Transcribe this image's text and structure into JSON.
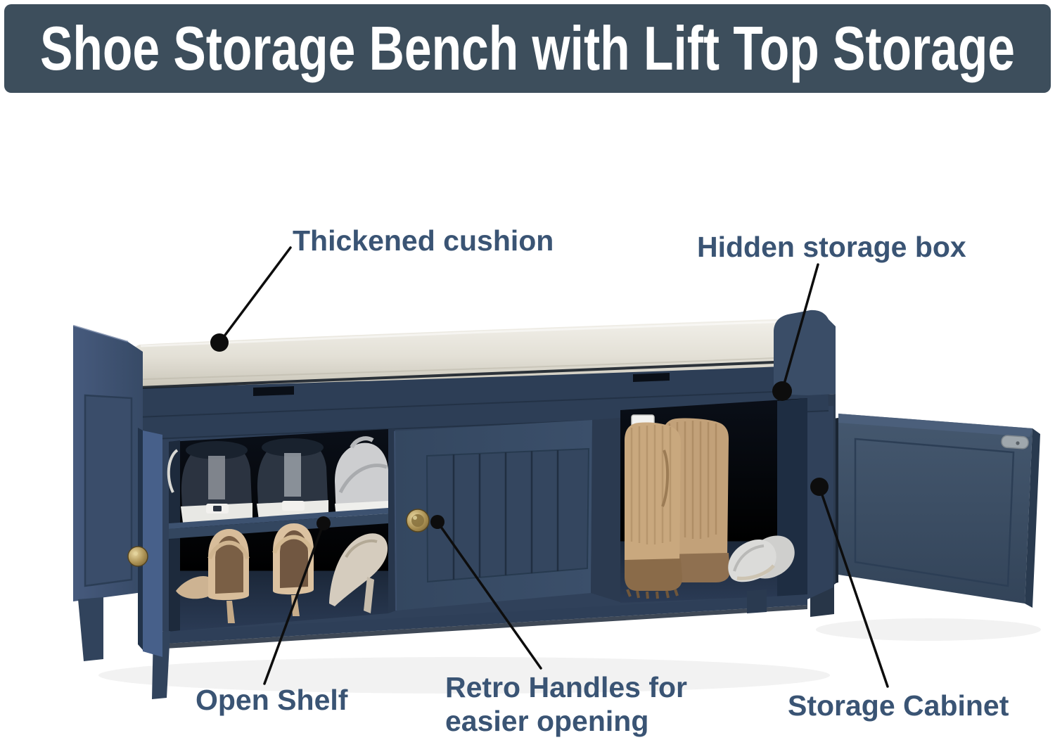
{
  "banner": {
    "title": "Shoe Storage Bench with Lift Top Storage"
  },
  "annotations": {
    "thickened_cushion": "Thickened cushion",
    "hidden_storage_box": "Hidden storage box",
    "open_shelf": "Open Shelf",
    "retro_handles_line1": "Retro Handles for",
    "retro_handles_line2": "easier opening",
    "storage_cabinet": "Storage Cabinet"
  },
  "colors": {
    "banner_bg": "#3d4e5c",
    "banner_text": "#ffffff",
    "label_text": "#3a5474",
    "callout": "#0d0d0d",
    "bench_navy": "#30415a",
    "bench_navy_dark": "#27364c",
    "interior_dark": "#0a0f18",
    "cushion_beige": "#e8e5dc",
    "brass_handle": "#b39b63",
    "boot_tan": "#c6a67e",
    "heel_beige": "#d8bd9a",
    "sneaker_white": "#d3d4d6"
  }
}
